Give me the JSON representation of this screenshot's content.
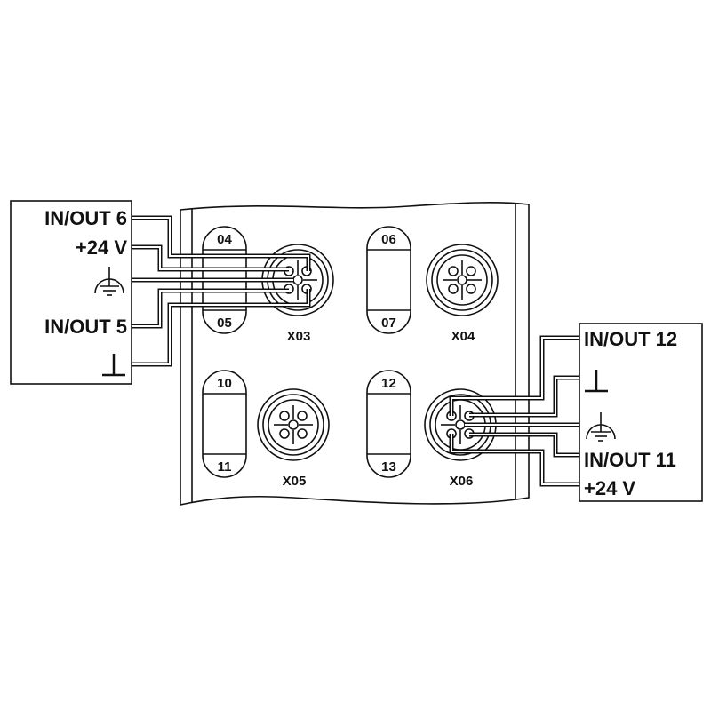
{
  "left_device": {
    "labels": {
      "io6": "IN/OUT 6",
      "v24": "+24 V",
      "io5": "IN/OUT 5"
    },
    "symbols": [
      "protective-earth",
      "ground"
    ]
  },
  "right_device": {
    "labels": {
      "io12": "IN/OUT 12",
      "io11": "IN/OUT 11",
      "v24": "+24 V"
    },
    "symbols": [
      "ground",
      "protective-earth"
    ]
  },
  "module": {
    "leds": [
      {
        "top": "04",
        "bottom": "05"
      },
      {
        "top": "06",
        "bottom": "07"
      },
      {
        "top": "10",
        "bottom": "11"
      },
      {
        "top": "12",
        "bottom": "13"
      }
    ],
    "connectors": [
      "X03",
      "X04",
      "X05",
      "X06"
    ]
  }
}
